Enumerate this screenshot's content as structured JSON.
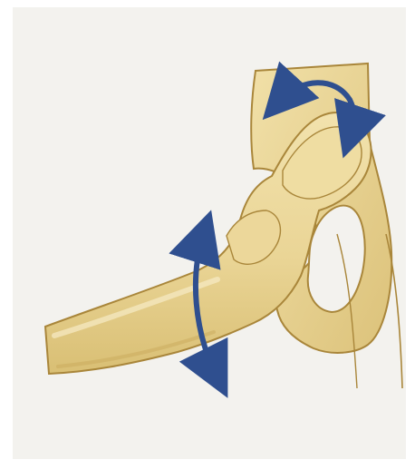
{
  "image": {
    "subject": "hip-joint-rotation-illustration",
    "colors": {
      "paper": "#f3f2ee",
      "bone_fill": "#ecd89a",
      "bone_shadow": "#d8bf72",
      "bone_outline": "#a9863a",
      "arrow": "#2f4f8f"
    },
    "icons": [
      "double-headed-curved-arrow",
      "double-headed-curved-arrow"
    ]
  }
}
